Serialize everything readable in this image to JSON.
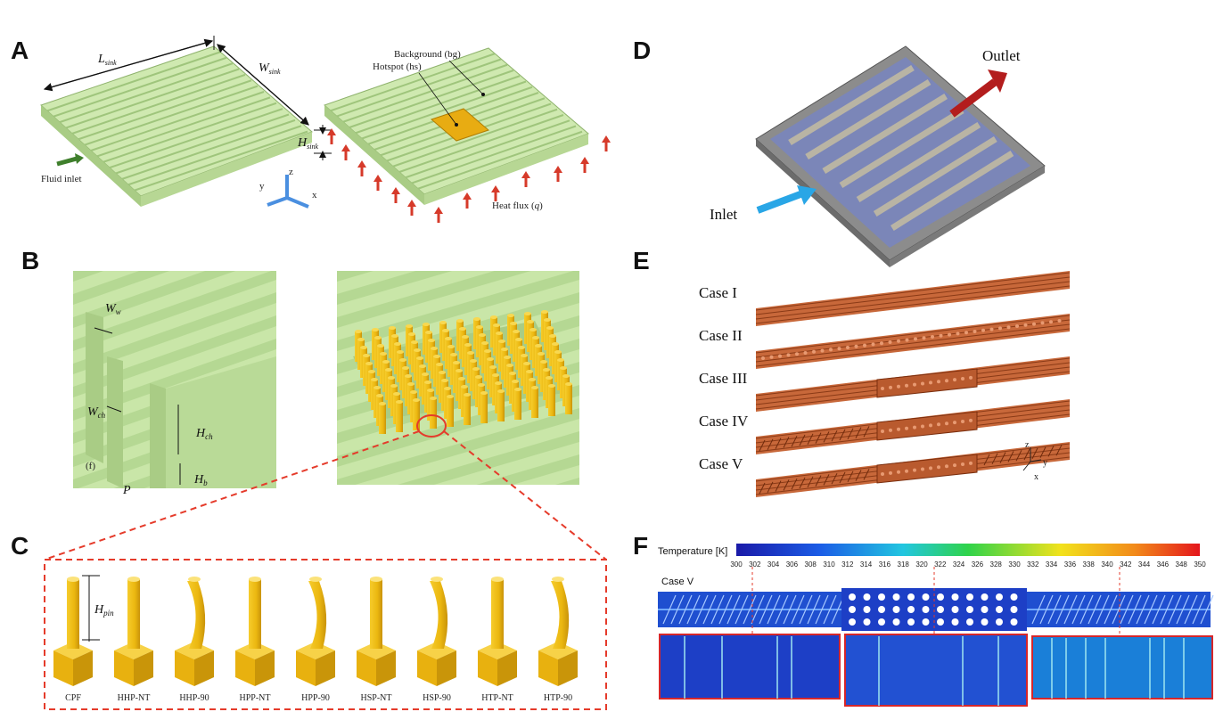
{
  "panels": {
    "a": "A",
    "b": "B",
    "c": "C",
    "d": "D",
    "e": "E",
    "f": "F"
  },
  "panel_a": {
    "l_sink": "L",
    "l_sink_sub": "sink",
    "w_sink": "W",
    "w_sink_sub": "sink",
    "h_sink": "H",
    "h_sink_sub": "sink",
    "fluid_inlet": "Fluid inlet",
    "background": "Background (bg)",
    "hotspot": "Hotspot (hs)",
    "heat_flux": "Heat flux (q)",
    "axis_x": "x",
    "axis_y": "y",
    "axis_z": "z"
  },
  "panel_b": {
    "w_w": "W",
    "w_w_sub": "w",
    "w_ch": "W",
    "w_ch_sub": "ch",
    "h_ch": "H",
    "h_ch_sub": "ch",
    "h_b": "H",
    "h_b_sub": "b",
    "f_label": "(f)",
    "p_label": "P"
  },
  "panel_c": {
    "h_pin": "H",
    "h_pin_sub": "pin",
    "pins": [
      "CPF",
      "HHP-NT",
      "HHP-90",
      "HPP-NT",
      "HPP-90",
      "HSP-NT",
      "HSP-90",
      "HTP-NT",
      "HTP-90"
    ]
  },
  "panel_d": {
    "outlet": "Outlet",
    "inlet": "Inlet"
  },
  "panel_e": {
    "cases": [
      "Case I",
      "Case II",
      "Case III",
      "Case IV",
      "Case V"
    ],
    "axis_x": "x",
    "axis_y": "y",
    "axis_z": "z"
  },
  "panel_f": {
    "colorbar_title": "Temperature [K]",
    "ticks": [
      "300",
      "302",
      "304",
      "306",
      "308",
      "310",
      "312",
      "314",
      "316",
      "318",
      "320",
      "322",
      "324",
      "326",
      "328",
      "330",
      "332",
      "334",
      "336",
      "338",
      "340",
      "342",
      "344",
      "346",
      "348",
      "350"
    ],
    "case_label": "Case V"
  },
  "colors": {
    "fin_green": "#c9e6a8",
    "pin_gold": "#f2c21a",
    "copper": "#c8683a",
    "arrow_red": "#d63a2a",
    "dash_red": "#e53b2b"
  }
}
